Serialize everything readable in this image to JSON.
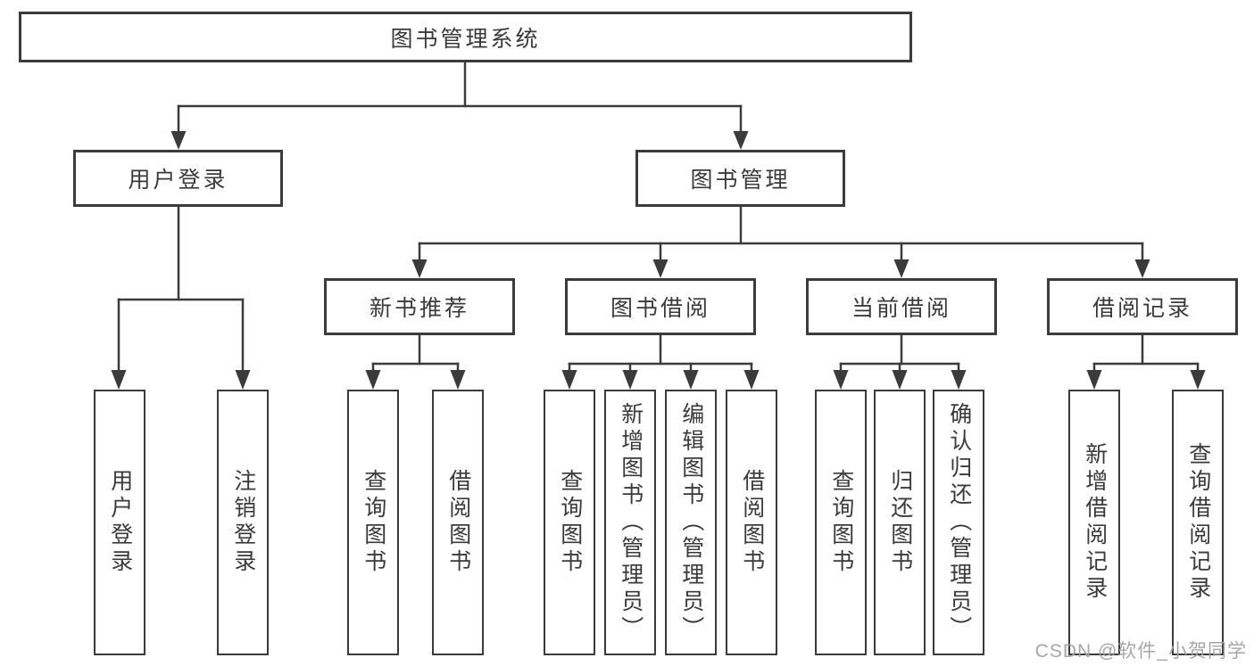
{
  "diagram_type": "hierarchy-tree",
  "tree": {
    "label": "图书管理系统",
    "children": [
      {
        "label": "用户登录",
        "children": [
          {
            "label": "用户登录"
          },
          {
            "label": "注销登录"
          }
        ]
      },
      {
        "label": "图书管理",
        "children": [
          {
            "label": "新书推荐",
            "children": [
              {
                "label": "查询图书"
              },
              {
                "label": "借阅图书"
              }
            ]
          },
          {
            "label": "图书借阅",
            "children": [
              {
                "label": "查询图书"
              },
              {
                "label": "新增图书（管理员）"
              },
              {
                "label": "编辑图书（管理员）"
              },
              {
                "label": "借阅图书"
              }
            ]
          },
          {
            "label": "当前借阅",
            "children": [
              {
                "label": "查询图书"
              },
              {
                "label": "归还图书"
              },
              {
                "label": "确认归还（管理员）"
              }
            ]
          },
          {
            "label": "借阅记录",
            "children": [
              {
                "label": "新增借阅记录"
              },
              {
                "label": "查询借阅记录"
              }
            ]
          }
        ]
      }
    ]
  },
  "watermark": {
    "text": "CSDN @软件_小贺同学"
  },
  "colors": {
    "line": "#3b3b3b",
    "box_border": "#3b3b3b",
    "text": "#3a3a3a",
    "watermark": "#a2a2a2",
    "background": "#ffffff"
  }
}
